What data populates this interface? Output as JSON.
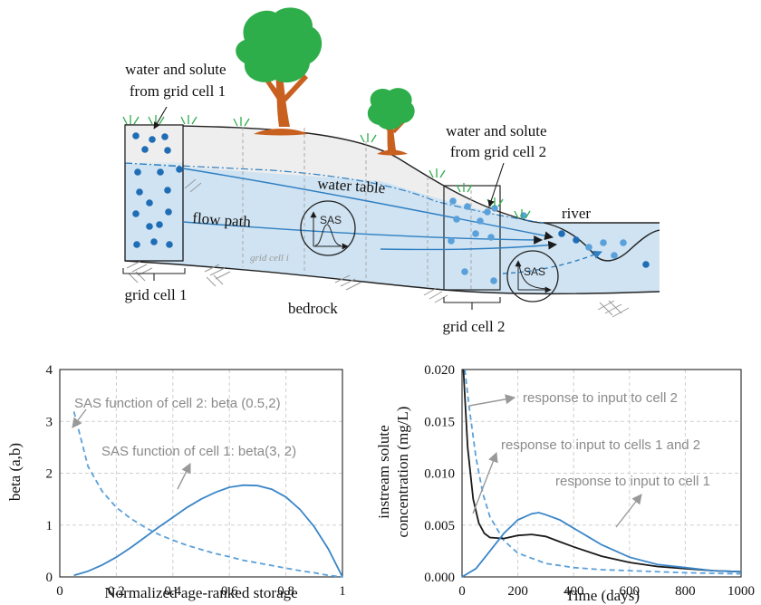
{
  "diagram": {
    "labels": {
      "water_solute_1_line1": "water and solute",
      "water_solute_1_line2": "from grid cell 1",
      "water_solute_2_line1": "water and solute",
      "water_solute_2_line2": "from grid cell 2",
      "water_table": "water table",
      "flow_path": "flow path",
      "river": "river",
      "grid_cell_1": "grid cell 1",
      "grid_cell_2": "grid cell 2",
      "grid_cell_i": "grid cell i",
      "bedrock": "bedrock",
      "sas_1": "SAS",
      "sas_2": "SAS"
    },
    "colors": {
      "water": "#cfe3f2",
      "soil": "#eeeeee",
      "dark_blue_dot": "#1f6db5",
      "light_blue_dot": "#5aa0da",
      "tree_green": "#2eae4a",
      "tree_trunk": "#c8601f"
    }
  },
  "chart_data": [
    {
      "type": "line",
      "xlabel": "Normalized age-ranked storage",
      "ylabel": "beta (a,b)",
      "xlim": [
        0,
        1
      ],
      "ylim": [
        0,
        4
      ],
      "xticks": [
        "0",
        "0.2",
        "0.4",
        "0.6",
        "0.8",
        "1"
      ],
      "yticks": [
        "0",
        "1",
        "2",
        "3",
        "4"
      ],
      "grid": true,
      "series": [
        {
          "name": "SAS function of cell 1: beta(3, 2)",
          "style": "solid",
          "color": "#3a86c8",
          "x": [
            0.05,
            0.1,
            0.15,
            0.2,
            0.25,
            0.3,
            0.35,
            0.4,
            0.45,
            0.5,
            0.55,
            0.6,
            0.65,
            0.7,
            0.75,
            0.8,
            0.85,
            0.9,
            0.95,
            1.0
          ],
          "y": [
            0.03,
            0.11,
            0.23,
            0.38,
            0.56,
            0.76,
            0.96,
            1.15,
            1.34,
            1.5,
            1.63,
            1.73,
            1.77,
            1.76,
            1.69,
            1.54,
            1.3,
            0.97,
            0.54,
            0.0
          ]
        },
        {
          "name": "SAS function of cell 2: beta (0.5,2)",
          "style": "dashed",
          "color": "#5aa0da",
          "x": [
            0.05,
            0.1,
            0.15,
            0.2,
            0.25,
            0.3,
            0.35,
            0.4,
            0.45,
            0.5,
            0.55,
            0.6,
            0.65,
            0.7,
            0.75,
            0.8,
            0.85,
            0.9,
            0.95,
            1.0
          ],
          "y": [
            3.19,
            2.13,
            1.65,
            1.34,
            1.13,
            0.96,
            0.82,
            0.71,
            0.61,
            0.53,
            0.45,
            0.39,
            0.32,
            0.27,
            0.22,
            0.17,
            0.12,
            0.08,
            0.03,
            0.0
          ]
        }
      ]
    },
    {
      "type": "line",
      "xlabel": "Time (days)",
      "ylabel_line1": "instream solute",
      "ylabel_line2": "concentration (mg/L)",
      "xlim": [
        0,
        1000
      ],
      "ylim": [
        0,
        0.02
      ],
      "xticks": [
        "0",
        "200",
        "400",
        "600",
        "800",
        "1000"
      ],
      "yticks": [
        "0.000",
        "0.005",
        "0.010",
        "0.015",
        "0.020"
      ],
      "grid": true,
      "series": [
        {
          "name": "response to input to cell 2",
          "style": "dashed",
          "color": "#5aa0da",
          "x": [
            10,
            25,
            50,
            75,
            100,
            150,
            200,
            300,
            400,
            500,
            600,
            800,
            1000
          ],
          "y": [
            0.02,
            0.0165,
            0.0115,
            0.008,
            0.0058,
            0.0035,
            0.0023,
            0.0013,
            0.0009,
            0.0007,
            0.0006,
            0.0004,
            0.0003
          ]
        },
        {
          "name": "response to input to cells 1 and 2",
          "style": "solid",
          "color": "#1a1a1a",
          "x": [
            5,
            20,
            40,
            60,
            80,
            100,
            150,
            200,
            250,
            300,
            350,
            400,
            500,
            600,
            700,
            800,
            900,
            1000
          ],
          "y": [
            0.02,
            0.0125,
            0.0075,
            0.0052,
            0.0042,
            0.0038,
            0.0037,
            0.004,
            0.0041,
            0.0039,
            0.0034,
            0.0029,
            0.002,
            0.0014,
            0.001,
            0.0008,
            0.0006,
            0.0005
          ]
        },
        {
          "name": "response to input to cell 1",
          "style": "solid",
          "color": "#3a86c8",
          "x": [
            0,
            50,
            100,
            150,
            200,
            250,
            275,
            300,
            350,
            400,
            450,
            500,
            600,
            700,
            800,
            900,
            1000
          ],
          "y": [
            0.0,
            0.0008,
            0.0025,
            0.0042,
            0.0055,
            0.0061,
            0.0062,
            0.006,
            0.0055,
            0.0047,
            0.0039,
            0.0031,
            0.0019,
            0.0012,
            0.0009,
            0.0006,
            0.0005
          ]
        }
      ]
    }
  ]
}
